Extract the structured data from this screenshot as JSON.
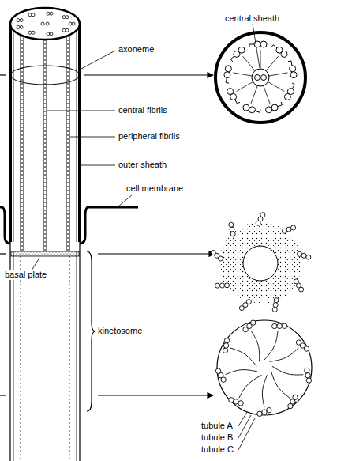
{
  "diagram": {
    "labels": [
      "central sheath",
      "axoneme",
      "central fibrils",
      "peripheral fibrils",
      "outer sheath",
      "cell membrane",
      "basal plate",
      "kinetosome",
      "tubule A",
      "tubule B",
      "tubule C"
    ]
  }
}
